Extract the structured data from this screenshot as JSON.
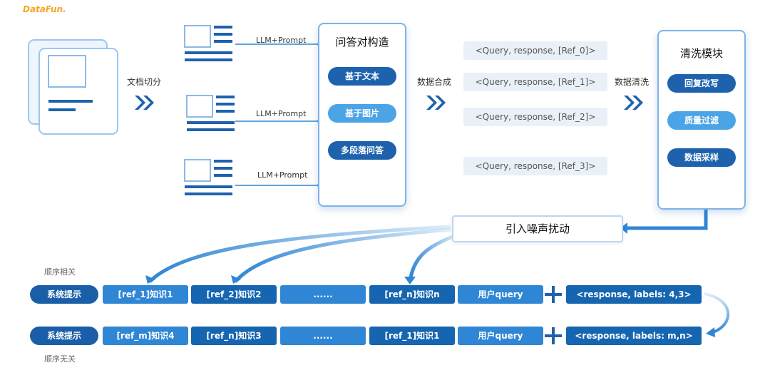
{
  "logo": "DataFun.",
  "doc_split_label": "文档切分",
  "llm_labels": [
    "LLM+Prompt",
    "LLM+Prompt",
    "LLM+Prompt"
  ],
  "qa_panel": {
    "title": "问答对构造",
    "items": [
      "基于文本",
      "基于图片",
      "多段落问答"
    ]
  },
  "synthesis_label": "数据合成",
  "tuples": [
    "<Query, response, [Ref_0]>",
    "<Query, response, [Ref_1]>",
    "<Query, response, [Ref_2]>",
    "<Query, response, [Ref_3]>"
  ],
  "clean_label": "数据清洗",
  "clean_panel": {
    "title": "清洗模块",
    "items": [
      "回复改写",
      "质量过滤",
      "数据采样"
    ]
  },
  "noise_box": "引入噪声扰动",
  "row1": {
    "label": "顺序相关",
    "cells": [
      "系统提示",
      "[ref_1]知识1",
      "[ref_2]知识2",
      "......",
      "[ref_n]知识n",
      "用户query"
    ],
    "output": "<response, labels: 4,3>"
  },
  "row2": {
    "label": "顺序无关",
    "cells": [
      "系统提示",
      "[ref_m]知识4",
      "[ref_n]知识3",
      "......",
      "[ref_1]知识1",
      "用户query"
    ],
    "output": "<response, labels: m,n>"
  },
  "plus": "+",
  "colors": {
    "dark": "#1565b0",
    "mid": "#2f86d4",
    "light": "#4aa4e6",
    "accent": "#f5a623"
  }
}
